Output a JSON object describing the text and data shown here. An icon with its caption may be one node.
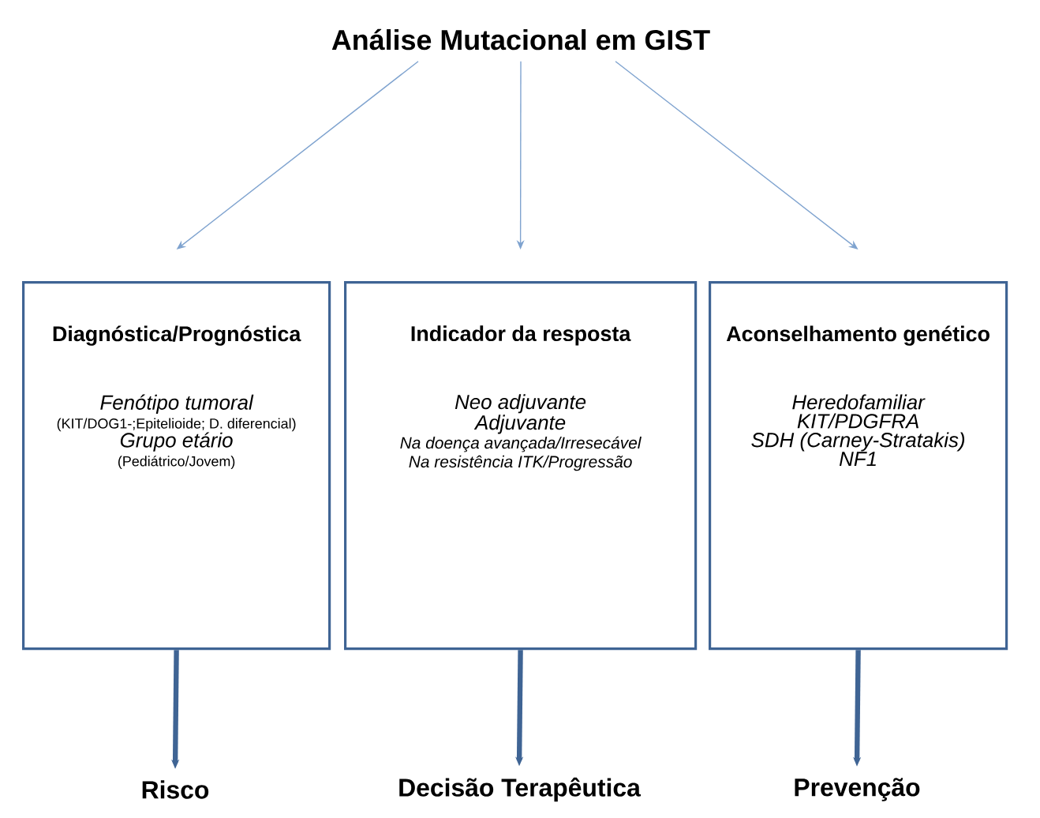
{
  "diagram": {
    "nodes": [
      {
        "text": [
          "Análise Mutacional em GIST"
        ]
      },
      {
        "text": [
          "Diagnóstica/Prognóstica",
          "Fenótipo tumoral",
          "(KIT/DOG1-;Epitelioide; D. diferencial)",
          "Grupo etário",
          "(Pediátrico/Jovem)"
        ]
      },
      {
        "text": [
          "Indicador da resposta",
          "Neo adjuvante",
          "Adjuvante",
          "Na doença avançada/Irresecável",
          "Na resistência ITK/Progressão"
        ]
      },
      {
        "text": [
          "Aconselhamento genético",
          "Heredofamiliar",
          "KIT/PDGFRA",
          "*SDH* (Carney-Stratakis)",
          "NF1"
        ]
      },
      {
        "text": [
          "Risco"
        ]
      },
      {
        "text": [
          "Decisão Terapêutica"
        ]
      },
      {
        "text": [
          "Prevenção"
        ]
      }
    ],
    "edges": [
      {
        "from": 0,
        "to": 1,
        "arrow": "to"
      },
      {
        "from": 0,
        "to": 2,
        "arrow": "to"
      },
      {
        "from": 0,
        "to": 3,
        "arrow": "to"
      },
      {
        "from": 1,
        "to": 4,
        "arrow": "to",
        "style": "thick",
        "color": "#3f6494"
      },
      {
        "from": 2,
        "to": 5,
        "arrow": "to",
        "style": "thick",
        "color": "#3f6494"
      },
      {
        "from": 3,
        "to": 6,
        "arrow": "to",
        "style": "thick",
        "color": "#3f6494"
      }
    ]
  }
}
